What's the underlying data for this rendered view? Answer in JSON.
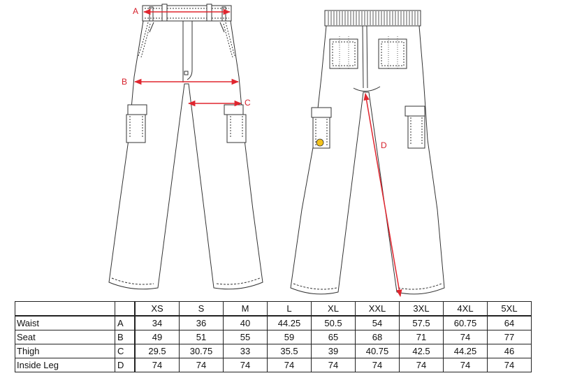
{
  "diagram": {
    "labels": [
      "A",
      "B",
      "C",
      "D"
    ],
    "arrow_color": "#e0262f",
    "line_color": "#333333"
  },
  "table": {
    "sizes": [
      "XS",
      "S",
      "M",
      "L",
      "XL",
      "XXL",
      "3XL",
      "4XL",
      "5XL"
    ],
    "rows": [
      {
        "name": "Waist",
        "letter": "A",
        "values": [
          "34",
          "36",
          "40",
          "44.25",
          "50.5",
          "54",
          "57.5",
          "60.75",
          "64"
        ]
      },
      {
        "name": "Seat",
        "letter": "B",
        "values": [
          "49",
          "51",
          "55",
          "59",
          "65",
          "68",
          "71",
          "74",
          "77"
        ]
      },
      {
        "name": "Thigh",
        "letter": "C",
        "values": [
          "29.5",
          "30.75",
          "33",
          "35.5",
          "39",
          "40.75",
          "42.5",
          "44.25",
          "46"
        ]
      },
      {
        "name": "Inside Leg",
        "letter": "D",
        "values": [
          "74",
          "74",
          "74",
          "74",
          "74",
          "74",
          "74",
          "74",
          "74"
        ]
      }
    ]
  }
}
